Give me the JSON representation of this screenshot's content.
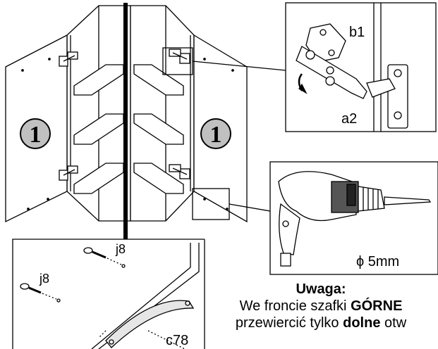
{
  "labels": {
    "panel_number_left": "1",
    "panel_number_right": "1",
    "hinge_b1": "b1",
    "hinge_a2": "a2",
    "drill_size": "ϕ 5mm",
    "screw_j8_top": "j8",
    "screw_j8_left": "j8",
    "handle_c78": "c78"
  },
  "note": {
    "title": "Uwaga:",
    "line1_before": "We froncie szafki ",
    "line1_bold": "GÓRNE",
    "line2_before": "przewiercić tylko ",
    "line2_bold": "dolne",
    "line2_after": " otw"
  }
}
